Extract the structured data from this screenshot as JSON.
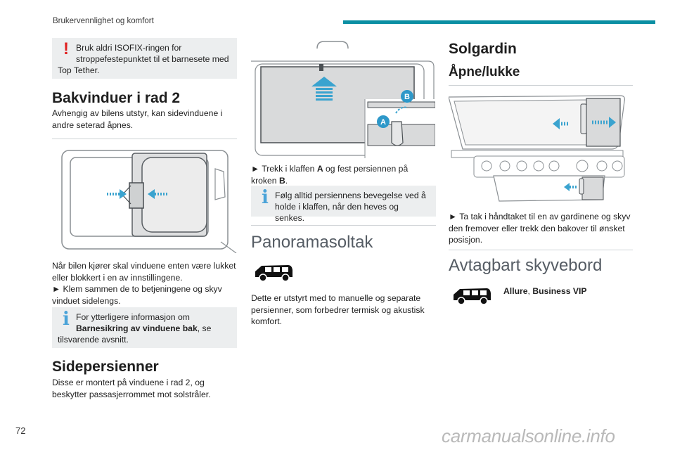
{
  "header": {
    "title": "Brukervennlighet og komfort",
    "accent_color": "#0b8fa3"
  },
  "page_number": "72",
  "watermark": "carmanualsonline.info",
  "col1": {
    "warning": {
      "icon": "exclamation-icon",
      "line1": "Bruk aldri ISOFIX-ringen for",
      "line2": "stroppefestepunktet til et barnesete med",
      "line3": "Top Tether."
    },
    "section1": {
      "title": "Bakvinduer i rad 2",
      "intro_l1": "Avhengig av bilens utstyr, kan sidevinduene i",
      "intro_l2": "andre seterad åpnes.",
      "body_l1": "Når bilen kjører skal vinduene enten være lukket",
      "body_l2": "eller blokkert i en av innstillingene.",
      "body_l3": "► Klem sammen de to betjeningene og skyv",
      "body_l4": "vinduet sidelengs."
    },
    "info": {
      "icon": "info-icon",
      "line1": "For ytterligere informasjon om",
      "bold": "Barnesikring av vinduene bak",
      "after_bold": ", se",
      "line3": "tilsvarende avsnitt."
    },
    "section2": {
      "title": "Sidepersienner",
      "body_l1": "Disse er montert på vinduene i rad 2, og",
      "body_l2": "beskytter passasjerrommet mot solstråler."
    }
  },
  "col2": {
    "fig_labels": {
      "a": "A",
      "b": "B"
    },
    "step": {
      "prefix": "► Trekk i klaffen ",
      "a": "A",
      "middle": " og fest persiennen på",
      "line2_prefix": "kroken ",
      "b": "B",
      "line2_suffix": "."
    },
    "info": {
      "icon": "info-icon",
      "line1": "Følg alltid persiennens bevegelse ved å",
      "line2": "holde i klaffen, når den heves og senkes."
    },
    "section": {
      "title": "Panoramasoltak",
      "body_l1": "Dette er utstyrt med to manuelle og separate",
      "body_l2": "persienner, som forbedrer termisk og akustisk",
      "body_l3": "komfort."
    }
  },
  "col3": {
    "title": "Solgardin",
    "subtitle": "Åpne/lukke",
    "step_l1": "► Ta tak i håndtaket til en av gardinene og skyv",
    "step_l2": "den fremover eller trekk den bakover til ønsket",
    "step_l3": "posisjon.",
    "section": {
      "title": "Avtagbart skyvebord",
      "versions_a": "Allure",
      "versions_sep": ", ",
      "versions_b": "Business VIP"
    }
  }
}
